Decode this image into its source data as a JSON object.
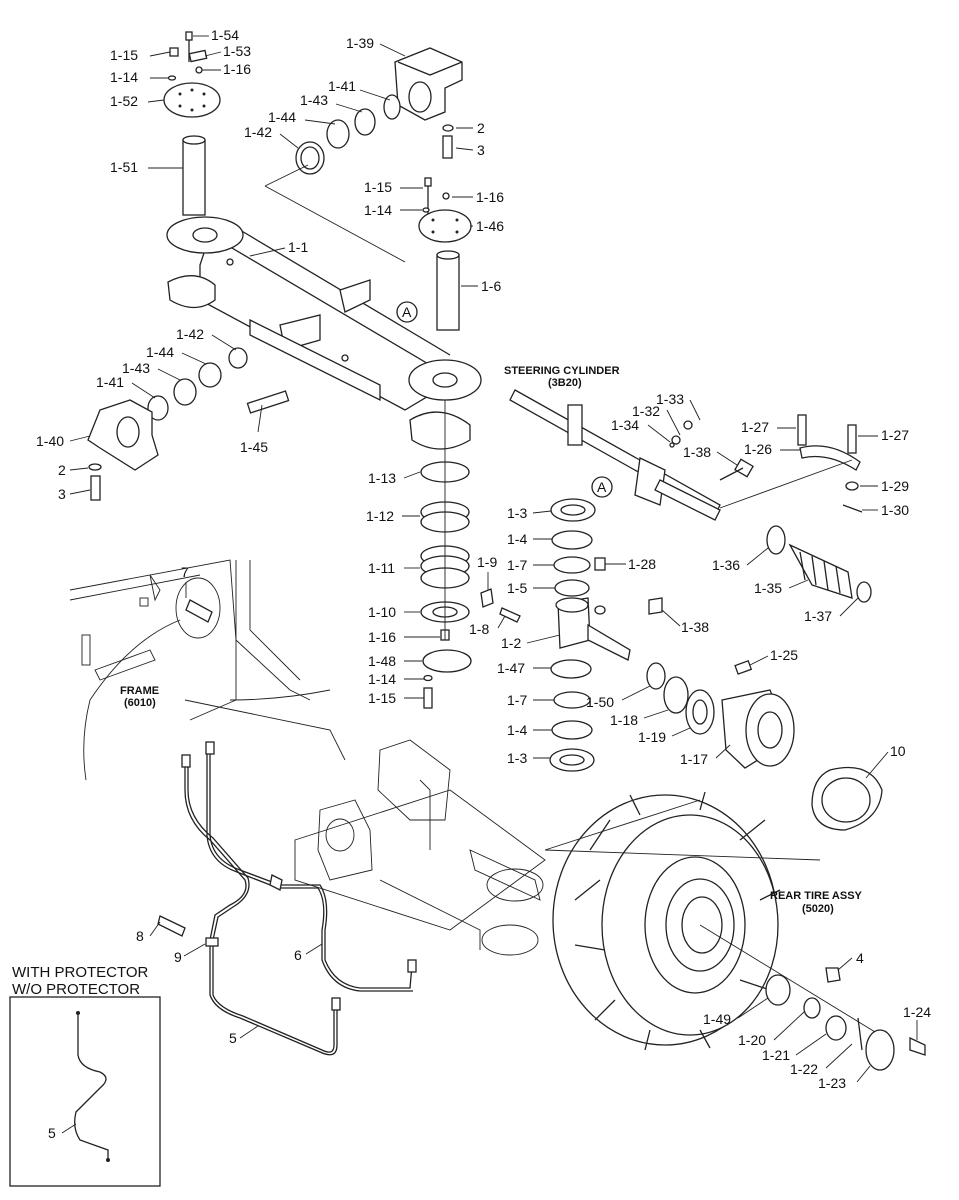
{
  "captions": {
    "steering_cylinder": "STEERING CYLINDER",
    "steering_cylinder_code": "(3B20)",
    "frame": "FRAME",
    "frame_code": "(6010)",
    "rear_tire": "REAR TIRE ASSY",
    "rear_tire_code": "(5020)",
    "inset_line1": "WITH PROTECTOR",
    "inset_line2": "W/O PROTECTOR",
    "detail_marker": "A"
  },
  "callouts": {
    "c_1_54": "1-54",
    "c_1_53": "1-53",
    "c_1_15a": "1-15",
    "c_1_16a": "1-16",
    "c_1_14a": "1-14",
    "c_1_52": "1-52",
    "c_1_51": "1-51",
    "c_1_39": "1-39",
    "c_1_41a": "1-41",
    "c_1_43a": "1-43",
    "c_1_44a": "1-44",
    "c_1_42a": "1-42",
    "c_2a": "2",
    "c_3a": "3",
    "c_1_15b": "1-15",
    "c_1_16b": "1-16",
    "c_1_14b": "1-14",
    "c_1_46": "1-46",
    "c_1_1": "1-1",
    "c_1_6": "1-6",
    "c_1_42b": "1-42",
    "c_1_44b": "1-44",
    "c_1_43b": "1-43",
    "c_1_41b": "1-41",
    "c_1_40": "1-40",
    "c_2b": "2",
    "c_3b": "3",
    "c_1_45": "1-45",
    "c_1_33": "1-33",
    "c_1_32": "1-32",
    "c_1_34": "1-34",
    "c_1_38a": "1-38",
    "c_1_27a": "1-27",
    "c_1_26": "1-26",
    "c_1_27b": "1-27",
    "c_1_29": "1-29",
    "c_1_30": "1-30",
    "c_1_13": "1-13",
    "c_1_12": "1-12",
    "c_1_11": "1-11",
    "c_1_10": "1-10",
    "c_1_16c": "1-16",
    "c_1_48": "1-48",
    "c_1_14c": "1-14",
    "c_1_15c": "1-15",
    "c_1_3a": "1-3",
    "c_1_4a": "1-4",
    "c_1_7a": "1-7",
    "c_1_5": "1-5",
    "c_1_9": "1-9",
    "c_1_28": "1-28",
    "c_1_8": "1-8",
    "c_1_2": "1-2",
    "c_1_38b": "1-38",
    "c_1_36": "1-36",
    "c_1_35": "1-35",
    "c_1_37": "1-37",
    "c_1_47": "1-47",
    "c_1_7b": "1-7",
    "c_1_4b": "1-4",
    "c_1_3b": "1-3",
    "c_1_50": "1-50",
    "c_1_18": "1-18",
    "c_1_19": "1-19",
    "c_1_17": "1-17",
    "c_1_25": "1-25",
    "c_10": "10",
    "c_7": "7",
    "c_8": "8",
    "c_9": "9",
    "c_6": "6",
    "c_5a": "5",
    "c_5b": "5",
    "c_4": "4",
    "c_1_49": "1-49",
    "c_1_20": "1-20",
    "c_1_21": "1-21",
    "c_1_22": "1-22",
    "c_1_23": "1-23",
    "c_1_24": "1-24"
  }
}
